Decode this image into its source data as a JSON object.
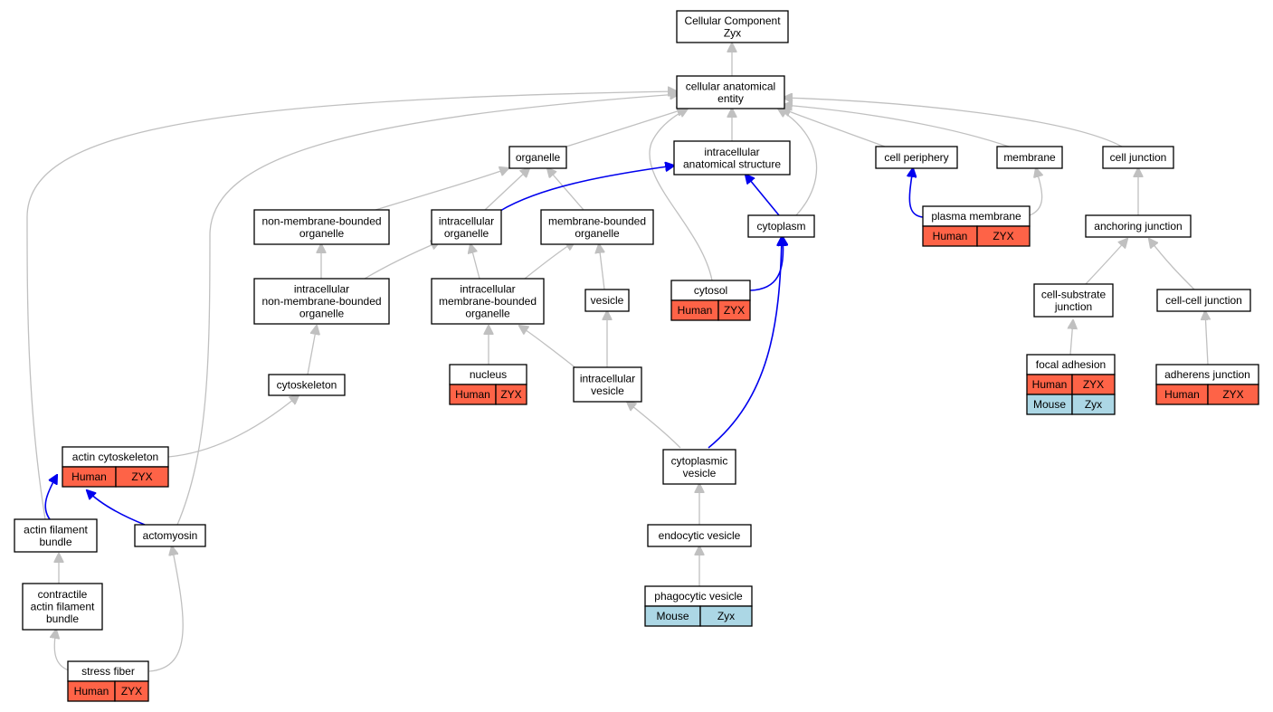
{
  "colors": {
    "human": "#fe6347",
    "mouse": "#acd7e5",
    "is_a_edge": "#c0c0c0",
    "part_of_edge": "#0000ee"
  },
  "nodes": {
    "root": {
      "lines": [
        "Cellular Component",
        "Zyx"
      ]
    },
    "cae": {
      "lines": [
        "cellular anatomical",
        "entity"
      ]
    },
    "organelle": {
      "lines": [
        "organelle"
      ]
    },
    "ias": {
      "lines": [
        "intracellular",
        "anatomical structure"
      ]
    },
    "cell_periphery": {
      "lines": [
        "cell periphery"
      ]
    },
    "membrane": {
      "lines": [
        "membrane"
      ]
    },
    "cell_junction": {
      "lines": [
        "cell junction"
      ]
    },
    "nmbo": {
      "lines": [
        "non-membrane-bounded",
        "organelle"
      ]
    },
    "io": {
      "lines": [
        "intracellular",
        "organelle"
      ]
    },
    "mbo": {
      "lines": [
        "membrane-bounded",
        "organelle"
      ]
    },
    "cytoplasm": {
      "lines": [
        "cytoplasm"
      ]
    },
    "plasma_membrane": {
      "lines": [
        "plasma membrane"
      ],
      "rows": [
        [
          "Human",
          "ZYX"
        ]
      ]
    },
    "anchoring_junction": {
      "lines": [
        "anchoring junction"
      ]
    },
    "inmbo": {
      "lines": [
        "intracellular",
        "non-membrane-bounded",
        "organelle"
      ]
    },
    "imbo": {
      "lines": [
        "intracellular",
        "membrane-bounded",
        "organelle"
      ]
    },
    "vesicle": {
      "lines": [
        "vesicle"
      ]
    },
    "cytosol": {
      "lines": [
        "cytosol"
      ],
      "rows": [
        [
          "Human",
          "ZYX"
        ]
      ]
    },
    "csj": {
      "lines": [
        "cell-substrate",
        "junction"
      ]
    },
    "ccj": {
      "lines": [
        "cell-cell junction"
      ]
    },
    "cytoskeleton": {
      "lines": [
        "cytoskeleton"
      ]
    },
    "nucleus": {
      "lines": [
        "nucleus"
      ],
      "rows": [
        [
          "Human",
          "ZYX"
        ]
      ]
    },
    "iv": {
      "lines": [
        "intracellular",
        "vesicle"
      ]
    },
    "focal_adhesion": {
      "lines": [
        "focal adhesion"
      ],
      "rows": [
        [
          "Human",
          "ZYX"
        ],
        [
          "Mouse",
          "Zyx"
        ]
      ]
    },
    "adherens": {
      "lines": [
        "adherens junction"
      ],
      "rows": [
        [
          "Human",
          "ZYX"
        ]
      ]
    },
    "actin_cyto": {
      "lines": [
        "actin cytoskeleton"
      ],
      "rows": [
        [
          "Human",
          "ZYX"
        ]
      ]
    },
    "cv": {
      "lines": [
        "cytoplasmic",
        "vesicle"
      ]
    },
    "afb": {
      "lines": [
        "actin filament",
        "bundle"
      ]
    },
    "actomyosin": {
      "lines": [
        "actomyosin"
      ]
    },
    "endocytic": {
      "lines": [
        "endocytic vesicle"
      ]
    },
    "cafb": {
      "lines": [
        "contractile",
        "actin filament",
        "bundle"
      ]
    },
    "phagocytic": {
      "lines": [
        "phagocytic vesicle"
      ],
      "rows": [
        [
          "Mouse",
          "Zyx"
        ]
      ]
    },
    "stress_fiber": {
      "lines": [
        "stress fiber"
      ],
      "rows": [
        [
          "Human",
          "ZYX"
        ]
      ]
    }
  }
}
